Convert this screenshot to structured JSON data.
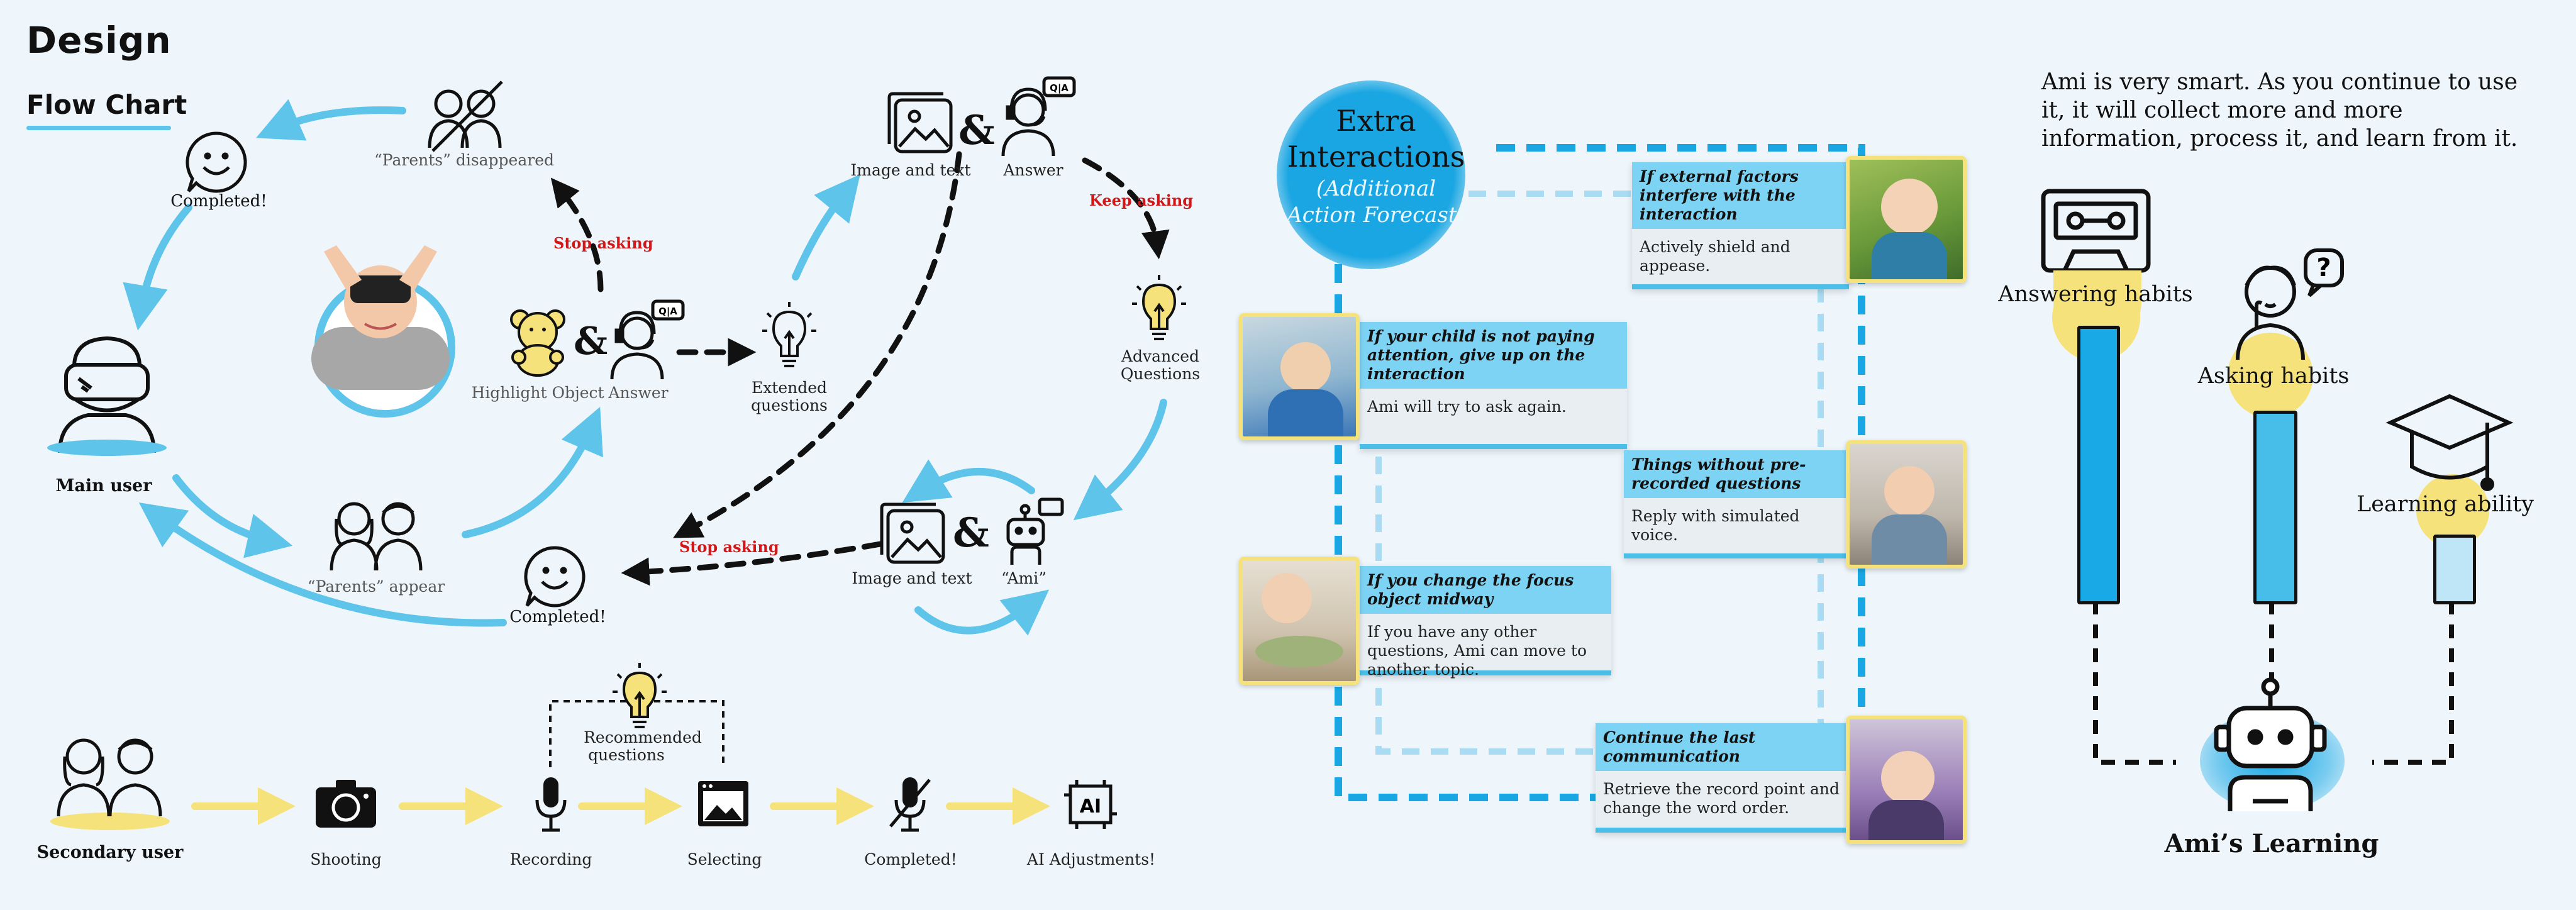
{
  "title": "Design",
  "subtitle": "Flow Chart",
  "flow": {
    "parents_disappeared": "“Parents” disappeared",
    "completed_top": "Completed!",
    "stop_asking_1": "Stop asking",
    "main_user": "Main user",
    "parents_appear": "“Parents” appear",
    "completed_bottom": "Completed!",
    "highlight_object": "Highlight Object",
    "answer_1": "Answer",
    "amp": "&",
    "extended_questions_1": "Extended",
    "extended_questions_2": "questions",
    "image_text_1": "Image and text",
    "answer_2": "Answer",
    "keep_asking": "Keep asking",
    "advanced_questions_1": "Advanced",
    "advanced_questions_2": "Questions",
    "stop_asking_2": "Stop asking",
    "image_text_2": "Image and text",
    "ami": "“Ami”",
    "qa_badge": "Q|A"
  },
  "bottom_flow": {
    "secondary_user": "Secondary user",
    "shooting": "Shooting",
    "recording": "Recording",
    "recommended_1": "Recommended",
    "recommended_2": "questions",
    "selecting": "Selecting",
    "completed": "Completed!",
    "ai_adjustments": "AI Adjustments!",
    "ai_badge": "AI"
  },
  "extra": {
    "title_1": "Extra",
    "title_2": "Interactions",
    "sub_1": "(Additional",
    "sub_2": "Action Forecast)",
    "cards": [
      {
        "header": "If external factors interfere with the interaction",
        "body": "Actively shield and appease."
      },
      {
        "header": "If your child is not paying attention, give up on the interaction",
        "body": "Ami will try to ask again."
      },
      {
        "header": "Things without pre-recorded questions",
        "body": "Reply with simulated voice."
      },
      {
        "header": "If you change the focus object midway",
        "body": "If you have any other questions, Ami can move to another topic."
      },
      {
        "header": "Continue the last communication",
        "body": "Retrieve the record point and change the word order."
      }
    ]
  },
  "learning": {
    "intro": "Ami is very smart. As you continue to use it, it will collect more and more information, process it, and learn from it.",
    "answering": "Answering habits",
    "asking": "Asking habits",
    "learning_ability": "Learning ability",
    "footer": "Ami’s Learning",
    "question_mark": "?"
  },
  "colors": {
    "accent_blue": "#5fc4ea",
    "deep_blue": "#18a9e6",
    "yellow": "#f6e27a",
    "red": "#d01818"
  }
}
